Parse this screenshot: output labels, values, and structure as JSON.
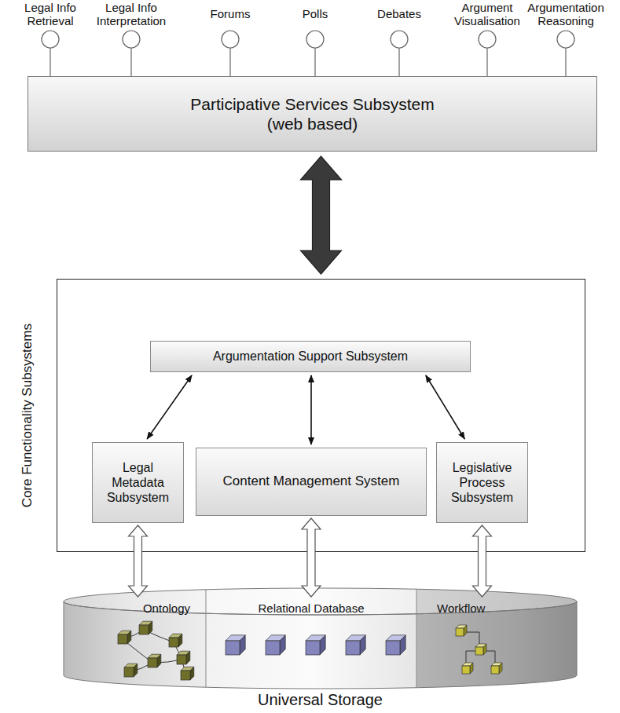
{
  "diagram": {
    "nodes": [
      {
        "text": [
          "Participative Services Subsystem (web based)"
        ]
      },
      {
        "text": [
          "Core Functionality Subsystems"
        ]
      },
      {
        "text": [
          "Argumentation Support Subsystem"
        ],
        "in": 1
      },
      {
        "text": [
          "Legal Metadata Subsystem"
        ],
        "in": 1
      },
      {
        "text": [
          "Content Management System"
        ],
        "in": 1
      },
      {
        "text": [
          "Legislative Process Subsystem"
        ],
        "in": 1
      },
      {
        "text": [
          "Universal Storage"
        ]
      },
      {
        "text": [
          "Ontology"
        ],
        "in": 6
      },
      {
        "text": [
          "Relational Database"
        ],
        "in": 6
      },
      {
        "text": [
          "Workflow"
        ],
        "in": 6
      }
    ],
    "edges": [
      {
        "from": 0,
        "to": 1,
        "arrow": "both"
      },
      {
        "from": 2,
        "to": 3,
        "arrow": "both"
      },
      {
        "from": 2,
        "to": 4,
        "arrow": "both"
      },
      {
        "from": 2,
        "to": 5,
        "arrow": "both"
      },
      {
        "from": 3,
        "to": 7,
        "arrow": "both"
      },
      {
        "from": 4,
        "to": 8,
        "arrow": "both"
      },
      {
        "from": 5,
        "to": 9,
        "arrow": "both"
      }
    ],
    "labels": [
      "Legal Info Retrieval",
      "Legal Info Interpretation",
      "Forums",
      "Polls",
      "Debates",
      "Argument Visualisation",
      "Argumentation Reasoning"
    ]
  }
}
